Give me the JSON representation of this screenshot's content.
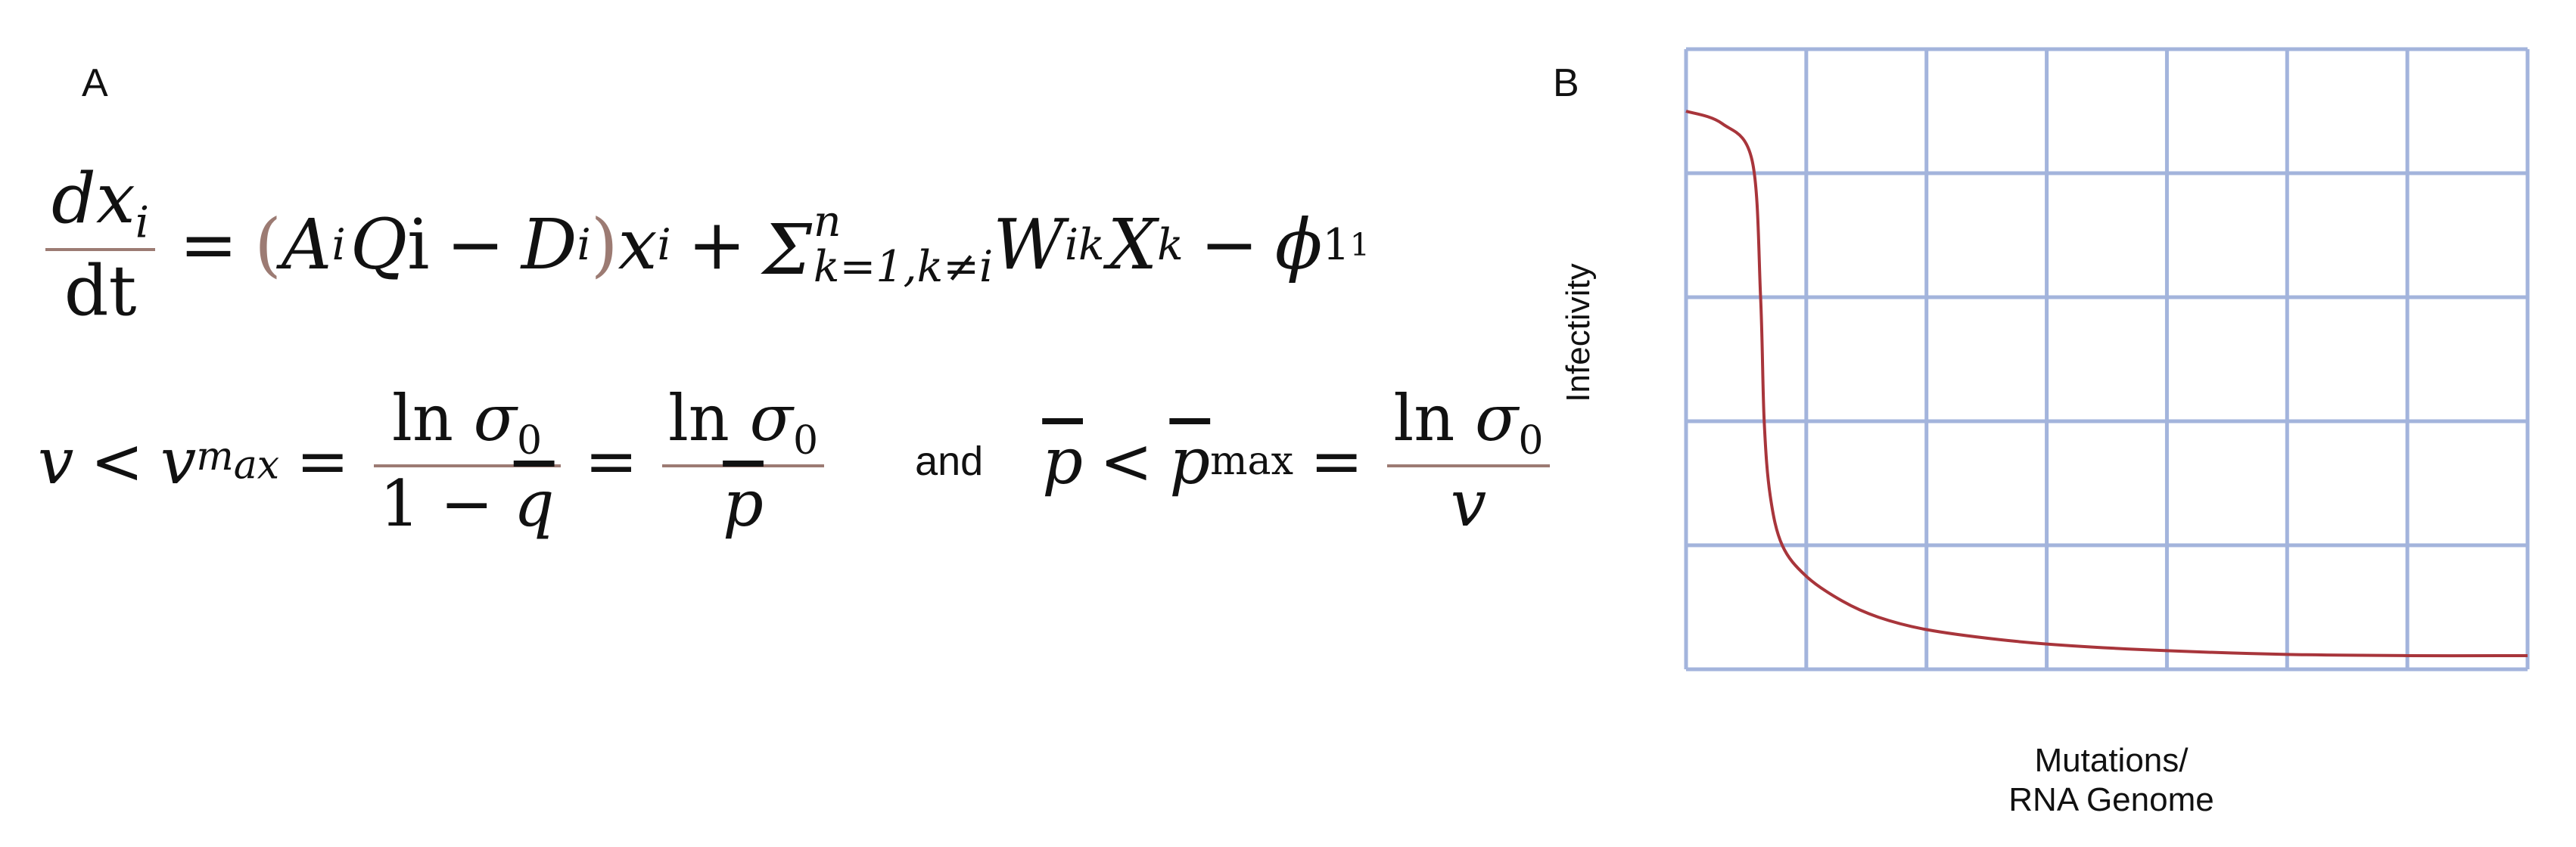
{
  "panels": {
    "a_label": "A",
    "b_label": "B"
  },
  "equations": {
    "eq1": {
      "lhs_num": "dx",
      "lhs_num_sub": "i",
      "lhs_den": "dt",
      "eq": "=",
      "open_paren": "(",
      "A": "A",
      "A_sub": "i",
      "Q": "Qi",
      "minus": "−",
      "D": "D",
      "D_sub": "i",
      "close_paren": ")",
      "x": "x",
      "x_sub": "i",
      "plus": "+",
      "sigma": "Σ",
      "sigma_sup": "n",
      "sigma_sub": "k=1,k≠i",
      "W": "W",
      "W_sub": "ik",
      "X": "X",
      "X_sub": "k",
      "minus2": "−",
      "phi": "ϕ",
      "phi_sub": "1",
      "phi_sup": "1"
    },
    "eq2": {
      "v": "v",
      "lt": "<",
      "vmax": "v",
      "vmax_sub": "max",
      "eq1": "=",
      "frac1_num": "ln σ",
      "frac1_num_sub": "0",
      "frac1_den_a": "1 − ",
      "frac1_den_q": "q",
      "eq2": "=",
      "frac2_num": "ln σ",
      "frac2_num_sub": "0",
      "frac2_den": "p",
      "and": "and",
      "p": "p",
      "lt2": "<",
      "pmax": "p",
      "pmax_sub": "max",
      "eq3": "=",
      "frac3_num": "ln σ",
      "frac3_num_sub": "0",
      "frac3_den": "v"
    }
  },
  "chart_data": {
    "type": "line",
    "title": "",
    "xlabel": "Mutations/\nRNA Genome",
    "xlabel_lines": [
      "Mutations/",
      "RNA Genome"
    ],
    "ylabel": "Infectivity",
    "xlim": [
      0,
      7
    ],
    "ylim": [
      0,
      5
    ],
    "grid": true,
    "grid_color": "#a3b4dc",
    "line_color": "#a8353b",
    "series": [
      {
        "x": [
          0,
          0.3,
          0.55,
          0.62,
          0.65,
          0.7,
          0.8,
          1.0,
          1.3,
          1.6,
          2.0,
          2.6,
          3.2,
          4.0,
          5.0,
          6.0,
          7.0
        ],
        "y": [
          4.5,
          4.4,
          4.1,
          3.0,
          2.0,
          1.4,
          1.0,
          0.75,
          0.55,
          0.42,
          0.32,
          0.24,
          0.19,
          0.15,
          0.12,
          0.11,
          0.11
        ]
      }
    ]
  }
}
